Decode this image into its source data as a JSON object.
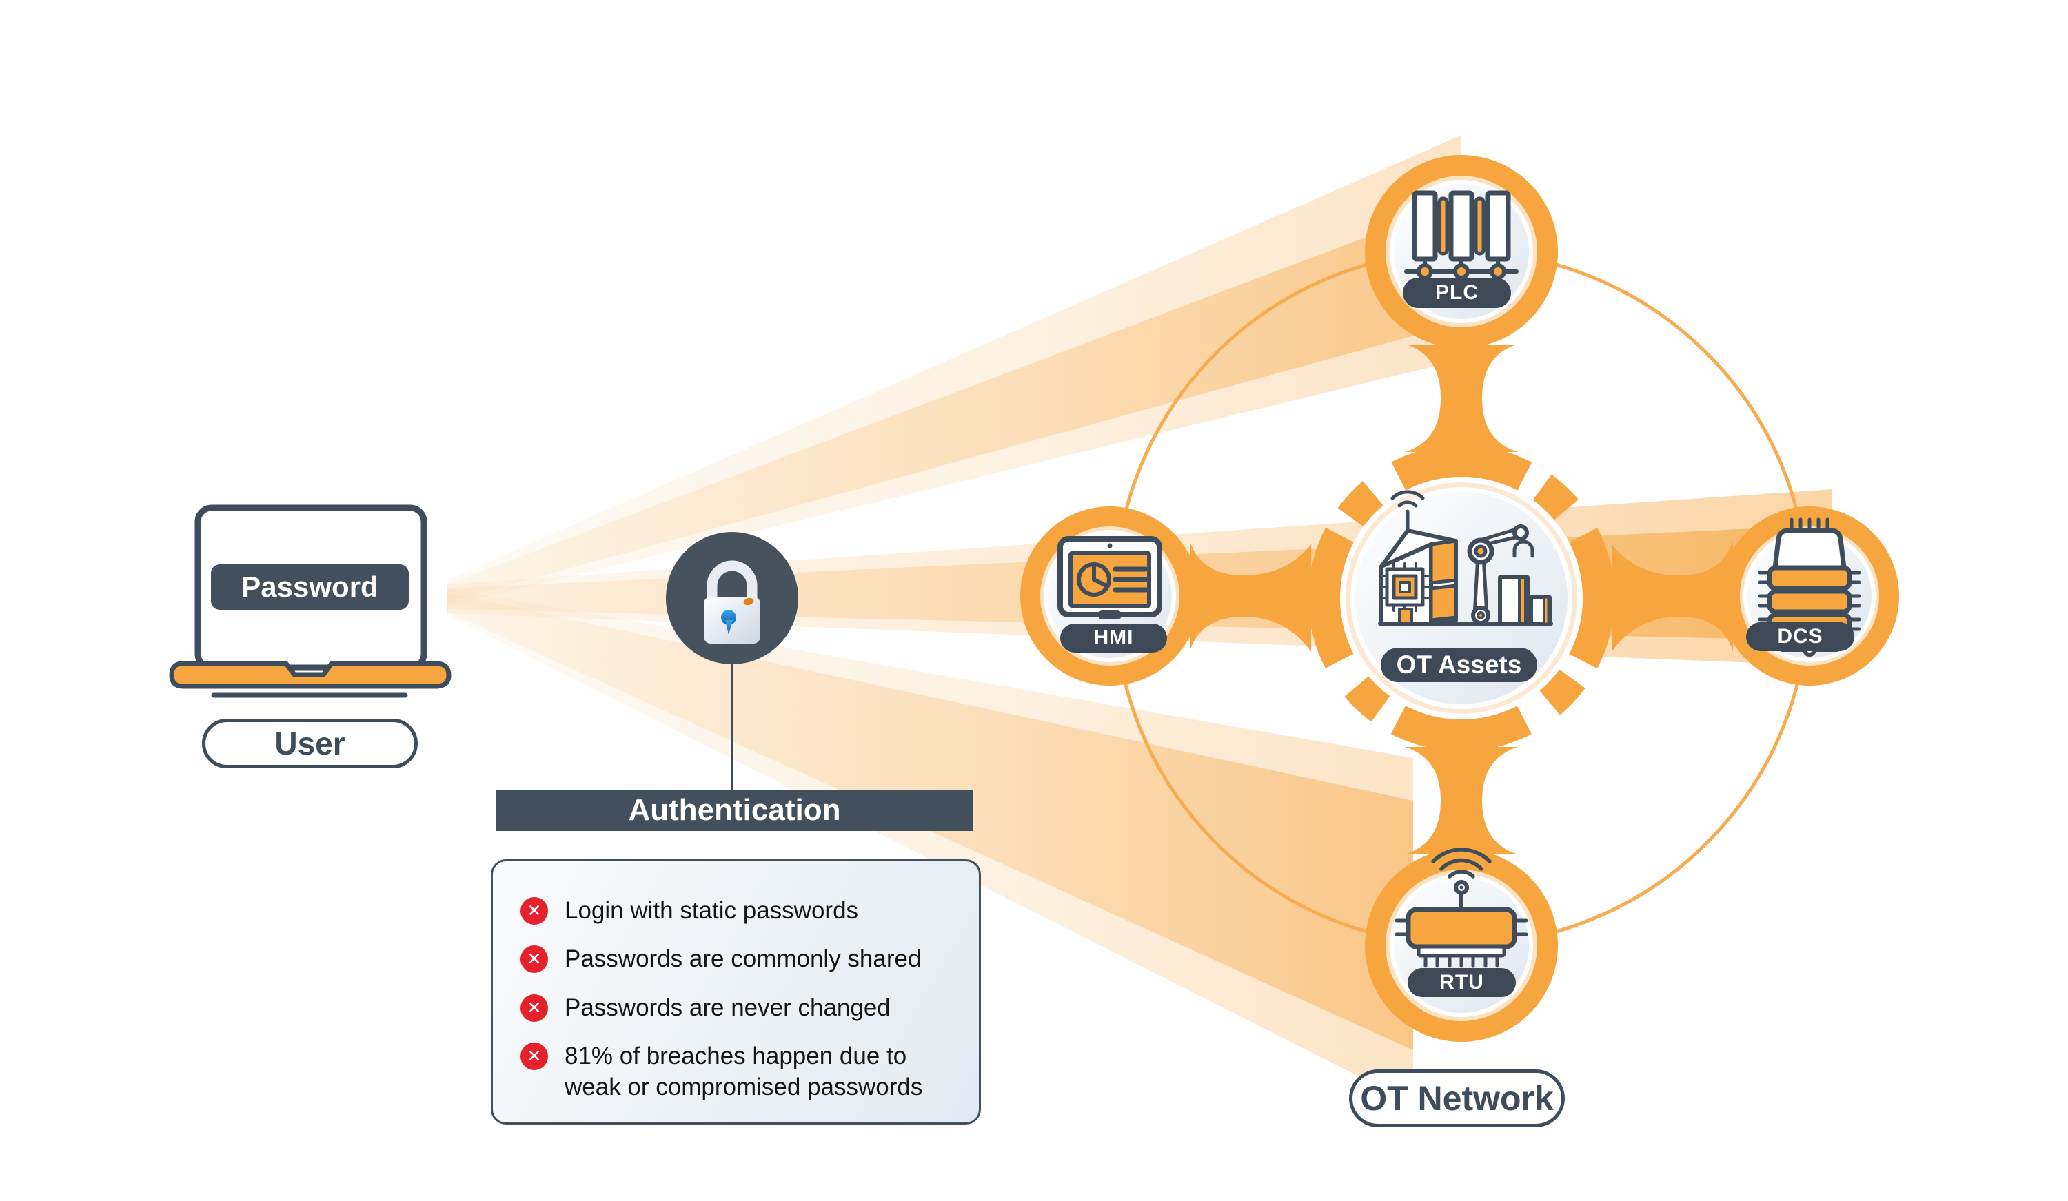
{
  "device": {
    "screen_label": "Password",
    "caption": "User"
  },
  "authentication": {
    "title": "Authentication",
    "issues": [
      "Login with static passwords",
      "Passwords are commonly shared",
      "Passwords are never changed",
      "81% of breaches happen due to weak or compromised passwords"
    ]
  },
  "network": {
    "caption": "OT Network",
    "center_label": "OT Assets",
    "nodes": [
      {
        "label": "PLC",
        "position": "top"
      },
      {
        "label": "HMI",
        "position": "left"
      },
      {
        "label": "DCS",
        "position": "right"
      },
      {
        "label": "RTU",
        "position": "bottom"
      }
    ]
  },
  "icons": {
    "cross_glyph": "✕",
    "laptop": "laptop-icon",
    "lock": "padlock-icon",
    "center": "factory-robot-icon",
    "plc": "plc-modules-icon",
    "hmi": "hmi-screen-icon",
    "dcs": "server-stack-icon",
    "rtu": "rtu-chip-antenna-icon"
  },
  "colors": {
    "orange": "#F6A53F",
    "orange_thin_ring": "#F7AC52",
    "orange_soft": "#FCE3C3",
    "slate_stroke": "#3E4C5C",
    "slate_fill": "#42505E",
    "pill_dark": "#3D4957",
    "red": "#E7202E",
    "keyhole_blue": "#2E9BE8",
    "panel_from": "#FAFBFC",
    "panel_to": "#E2EAF1"
  }
}
